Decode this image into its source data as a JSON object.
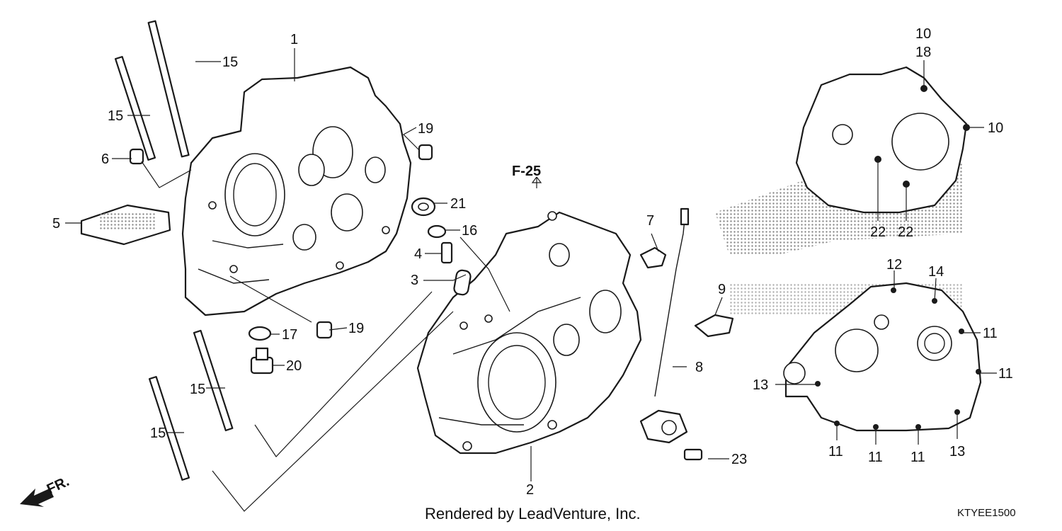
{
  "callouts": {
    "c1": "1",
    "c2": "2",
    "c3": "3",
    "c4": "4",
    "c5": "5",
    "c6": "6",
    "c7": "7",
    "c8": "8",
    "c9": "9",
    "c10a": "10",
    "c10b": "10",
    "c11a": "11",
    "c11b": "11",
    "c11c": "11",
    "c11d": "11",
    "c11e": "11",
    "c12": "12",
    "c13a": "13",
    "c13b": "13",
    "c14": "14",
    "c15a": "15",
    "c15b": "15",
    "c15c": "15",
    "c15d": "15",
    "c16": "16",
    "c17": "17",
    "c18": "18",
    "c19a": "19",
    "c19b": "19",
    "c20": "20",
    "c21": "21",
    "c22a": "22",
    "c22b": "22",
    "c23": "23"
  },
  "ref": "F-25",
  "direction": "FR.",
  "footer": "Rendered by LeadVenture, Inc.",
  "diagram_code": "KTYEE1500",
  "colors": {
    "line": "#1a1a1a",
    "watermark": "#8a8a8a",
    "background": "#ffffff"
  }
}
